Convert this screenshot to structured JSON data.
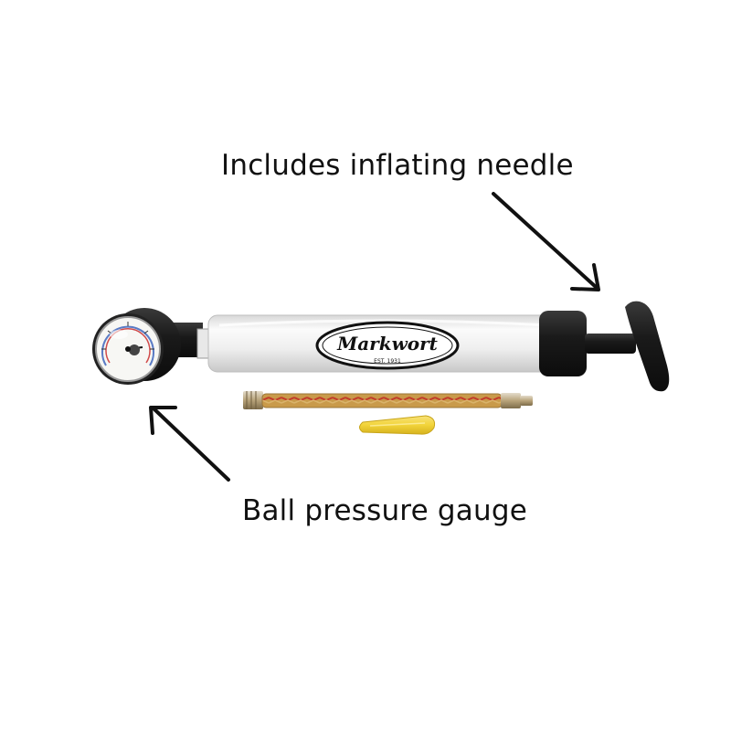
{
  "annotations": {
    "needle_label": "Includes inflating needle",
    "gauge_label": "Ball pressure gauge"
  },
  "product": {
    "brand": "Markwort",
    "established": "EST. 1931"
  },
  "colors": {
    "background": "#ffffff",
    "text": "#111111",
    "pump_body": "#f2f2f2",
    "black_parts": "#1a1a1a",
    "hose": "#c99a4a",
    "hose_stripe": "#c23a2a",
    "needle_cap": "#f2d43a",
    "brass": "#b8a37a"
  }
}
